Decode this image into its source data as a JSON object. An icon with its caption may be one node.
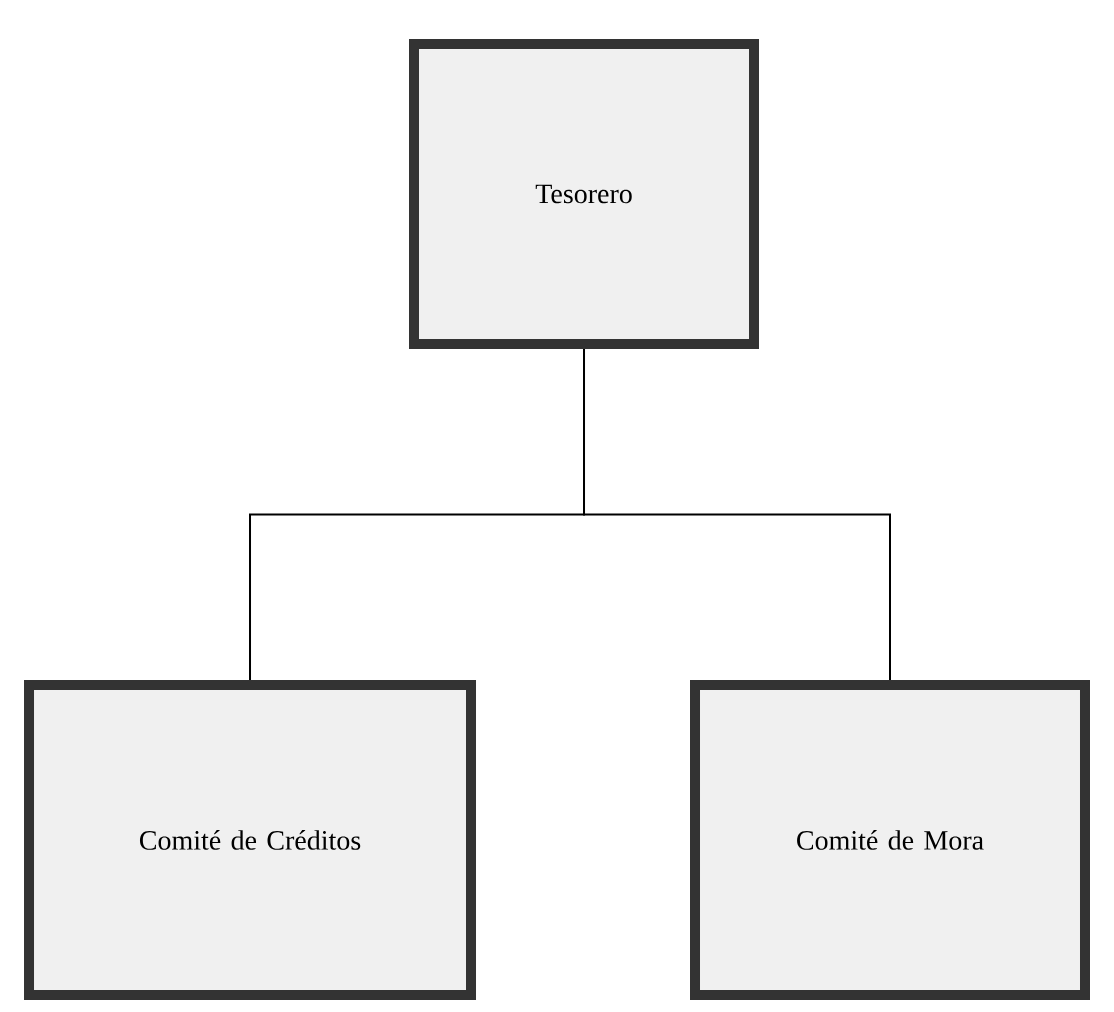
{
  "diagram": {
    "nodes": [
      {
        "text": [
          "Tesorero"
        ]
      },
      {
        "text": [
          "Comité de Créditos"
        ]
      },
      {
        "text": [
          "Comité de Mora"
        ]
      }
    ],
    "edges": [
      {
        "from": 0,
        "to": 1,
        "arrow": "none"
      },
      {
        "from": 0,
        "to": 2,
        "arrow": "none"
      }
    ]
  }
}
